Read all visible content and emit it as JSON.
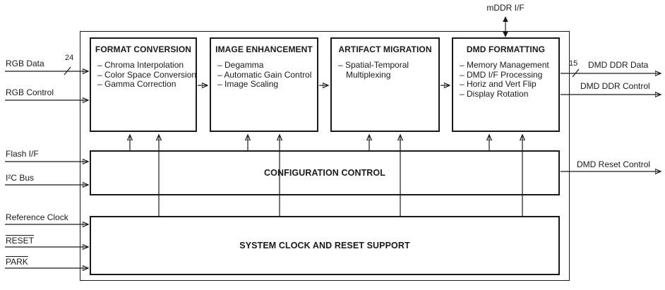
{
  "colors": {
    "line": "#1a1a1a",
    "text": "#1a1a1a",
    "background": "#ffffff"
  },
  "diagram": {
    "top_port": {
      "label": "mDDR I/F"
    },
    "blocks": [
      {
        "title": "FORMAT CONVERSION",
        "items": [
          "– Chroma Interpolation",
          "– Color Space Conversion",
          "– Gamma Correction"
        ]
      },
      {
        "title": "IMAGE ENHANCEMENT",
        "items": [
          "– Degamma",
          "– Automatic Gain Control",
          "– Image Scaling"
        ]
      },
      {
        "title": "ARTIFACT MIGRATION",
        "items": [
          "– Spatial-Temporal Multiplexing"
        ]
      },
      {
        "title": "DMD FORMATTING",
        "items": [
          "– Memory Management",
          "– DMD I/F Processing",
          "– Horiz and Vert Flip",
          "– Display Rotation"
        ]
      }
    ],
    "config_block": {
      "title": "CONFIGURATION CONTROL"
    },
    "system_block": {
      "title": "SYSTEM CLOCK AND RESET SUPPORT"
    },
    "left_ports": [
      {
        "label": "RGB Data",
        "bus_width": "24"
      },
      {
        "label": "RGB Control"
      },
      {
        "label": "Flash I/F"
      },
      {
        "label": "I²C Bus"
      },
      {
        "label": "Reference Clock"
      },
      {
        "label": "RESET",
        "active_low": true
      },
      {
        "label": "PARK",
        "active_low": true
      }
    ],
    "right_ports": [
      {
        "label": "DMD DDR Data",
        "bus_width": "15"
      },
      {
        "label": "DMD DDR Control"
      },
      {
        "label": "DMD Reset Control"
      }
    ]
  }
}
